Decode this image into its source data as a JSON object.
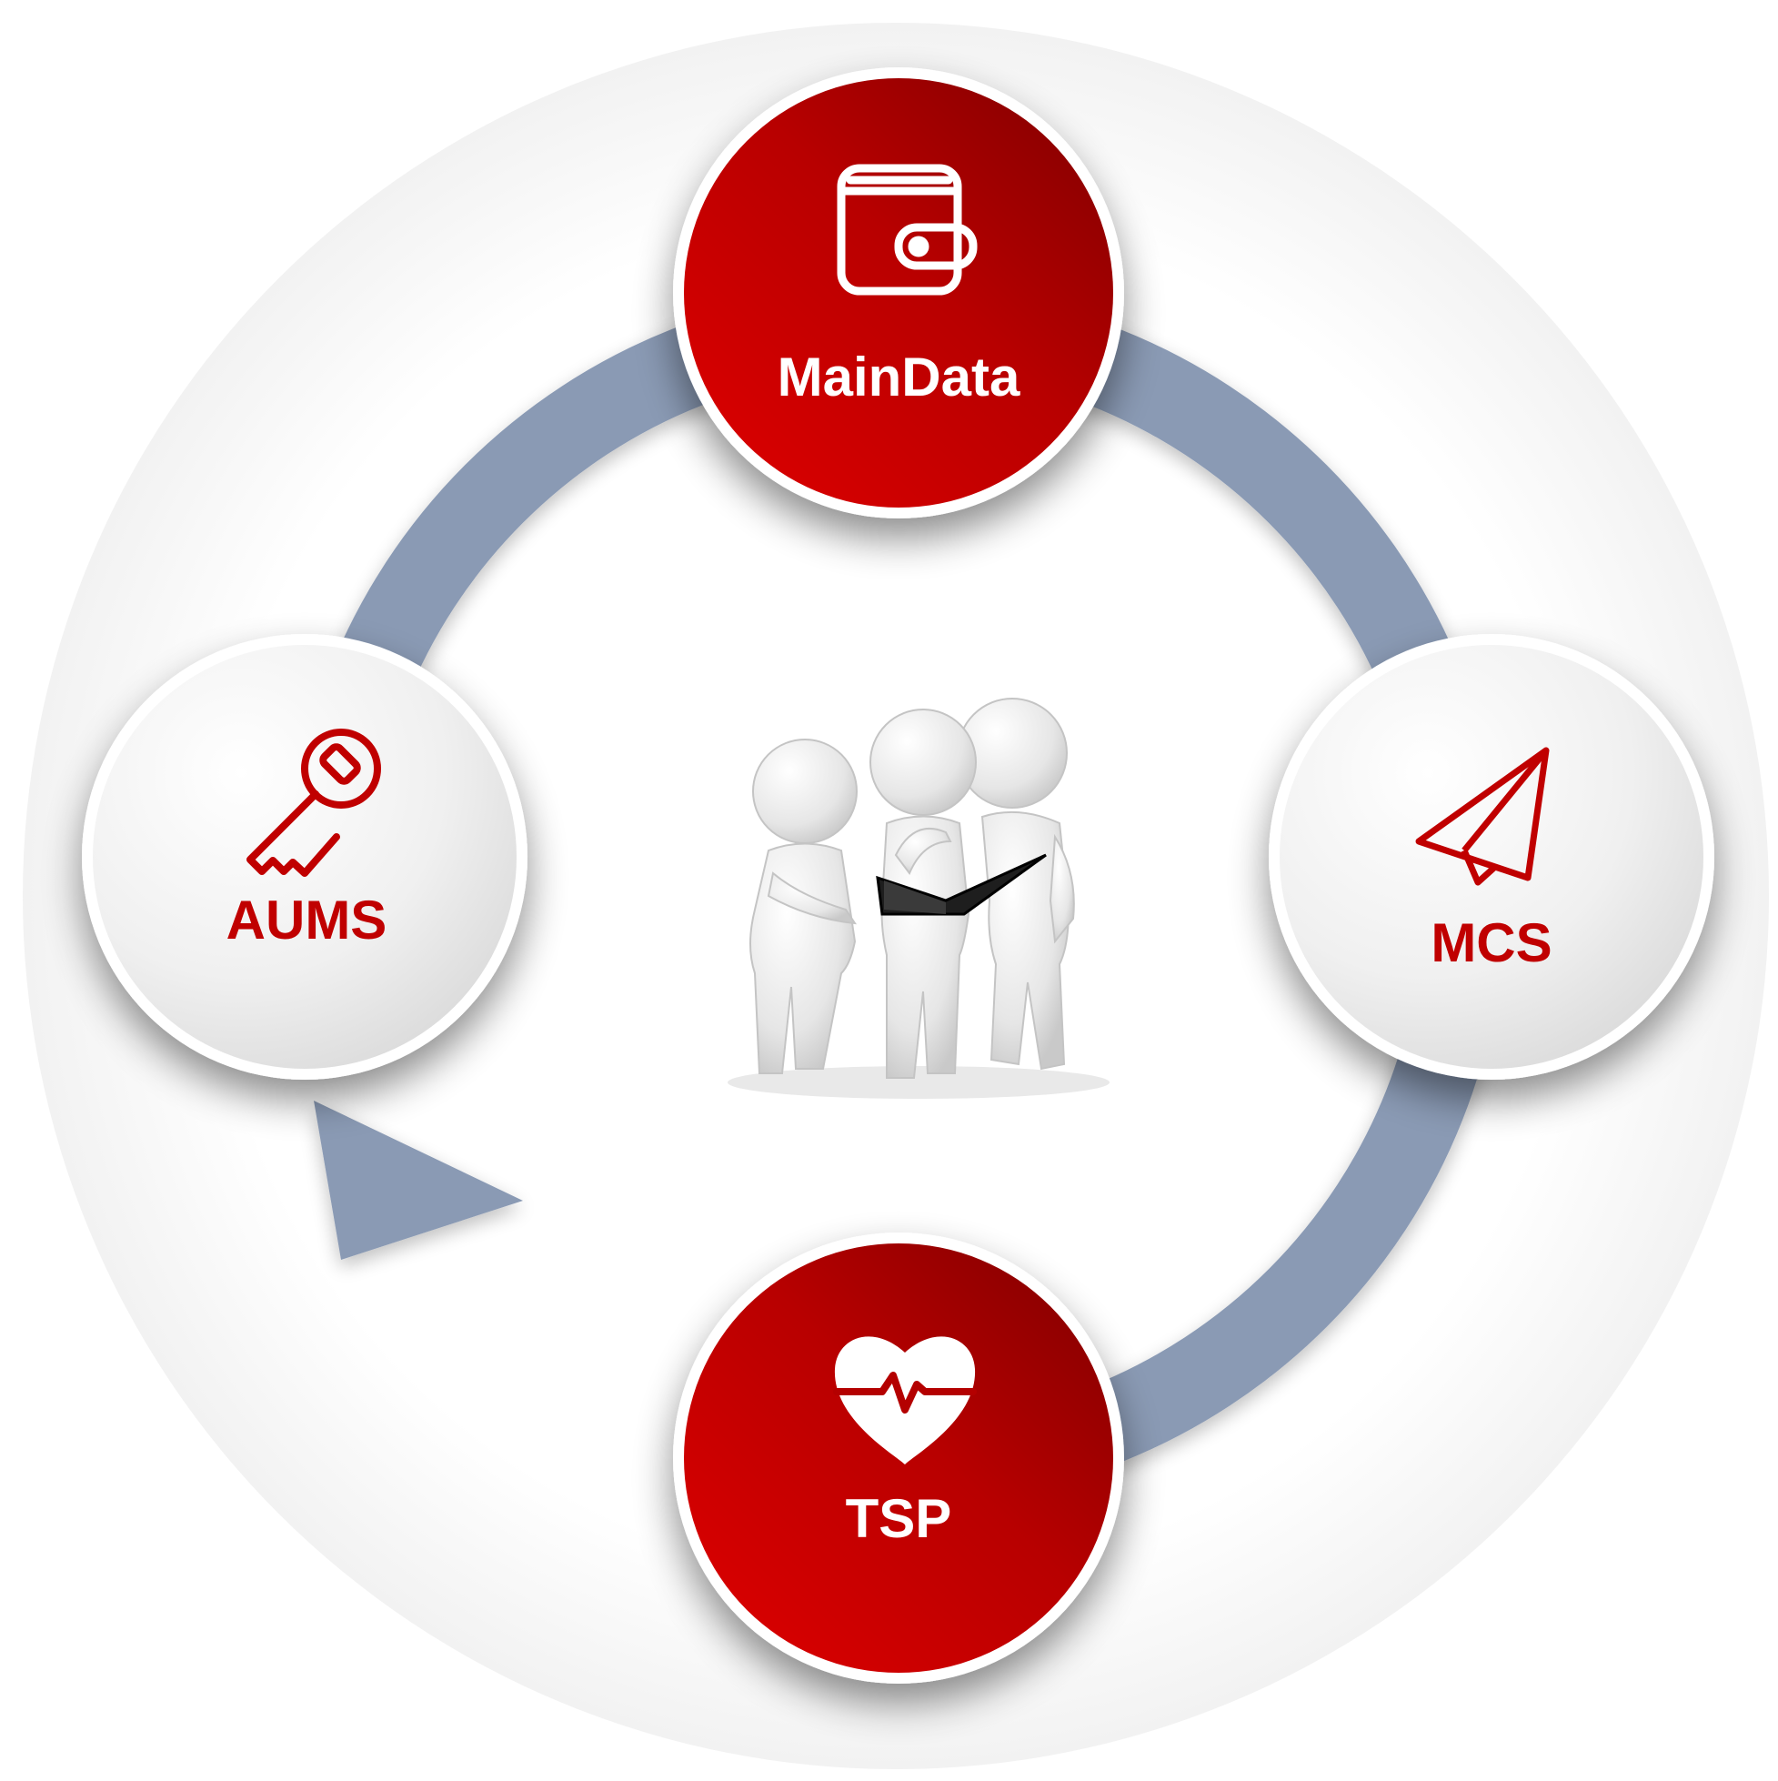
{
  "nodes": {
    "maindata": {
      "label": "MainData",
      "icon": "wallet-icon",
      "style": "red"
    },
    "mcs": {
      "label": "MCS",
      "icon": "paper-plane-icon",
      "style": "light"
    },
    "tsp": {
      "label": "TSP",
      "icon": "heart-pulse-icon",
      "style": "red"
    },
    "aums": {
      "label": "AUMS",
      "icon": "key-icon",
      "style": "light"
    }
  },
  "center": {
    "icon": "team-reading-book-figures"
  },
  "cycle": {
    "direction": "clockwise",
    "icon": "cycle-arrow"
  },
  "colors": {
    "ring": "#8a9ab4",
    "red_dark": "#8b0000",
    "red_light": "#d80a0a",
    "light_fill": "#f1f1f1",
    "label_on_light": "#c00000",
    "label_on_red": "#ffffff"
  }
}
